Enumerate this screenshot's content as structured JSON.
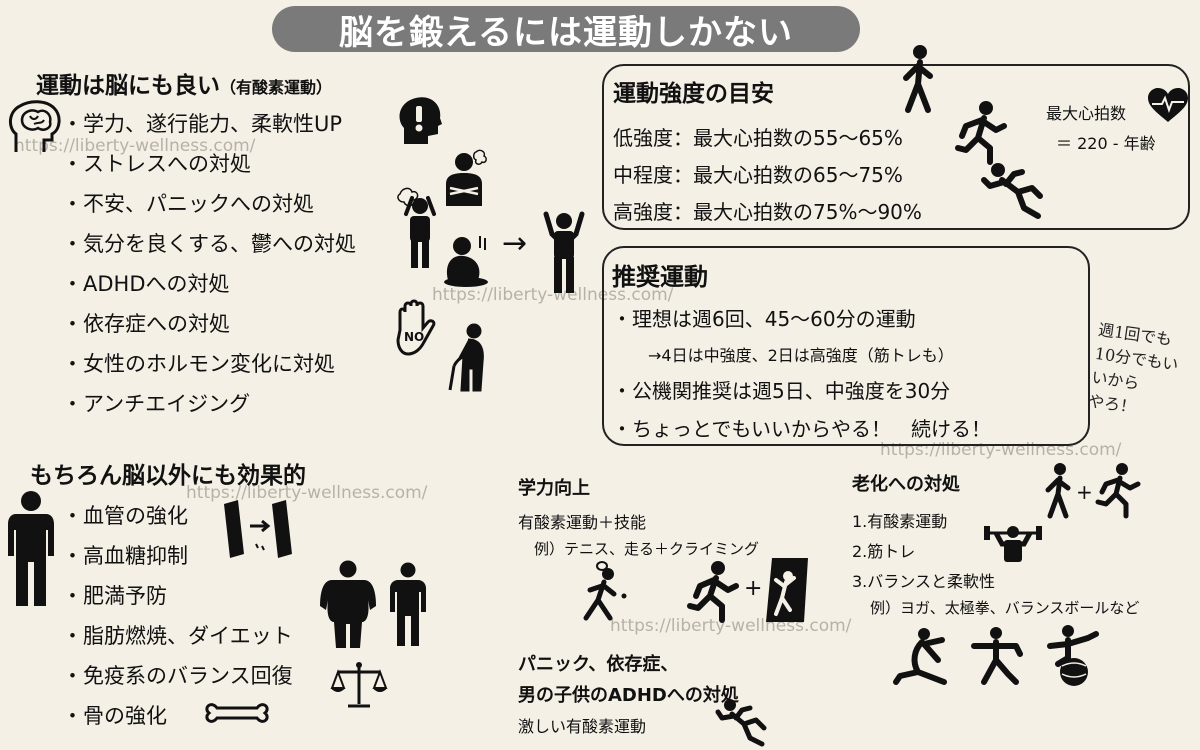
{
  "title": "脳を鍛えるには運動しかない",
  "left_section": {
    "heading": "運動は脳にも良い",
    "heading_note": "（有酸素運動）",
    "items": [
      "学力、遂行能力、柔軟性UP",
      "ストレスへの対処",
      "不安、パニックへの対処",
      "気分を良くする、鬱への対処",
      "ADHDへの対処",
      "依存症への対処",
      "女性のホルモン変化に対処",
      "アンチエイジング"
    ],
    "no_badge": "NO"
  },
  "intensity": {
    "heading": "運動強度の目安",
    "rows": [
      "低強度：最大心拍数の55〜65%",
      "中程度：最大心拍数の65〜75%",
      "高強度：最大心拍数の75%〜90%"
    ],
    "max_hr_label": "最大心拍数",
    "max_hr_formula": "＝ 220 - 年齢"
  },
  "recommended": {
    "heading": "推奨運動",
    "items": [
      "理想は週6回、45〜60分の運動",
      "→4日は中強度、2日は高強度（筋トレも）",
      "公機関推奨は週5日、中強度を30分",
      "ちょっとでもいいからやる！　続ける！"
    ]
  },
  "handwritten_note": [
    "週1回でも",
    "10分でもいいから",
    "やろ！"
  ],
  "body_section": {
    "heading": "もちろん脳以外にも効果的",
    "items": [
      "血管の強化",
      "高血糖抑制",
      "肥満予防",
      "脂肪燃焼、ダイエット",
      "免疫系のバランス回復",
      "骨の強化"
    ]
  },
  "learning": {
    "heading": "学力向上",
    "line1": "有酸素運動＋技能",
    "line2": "例）テニス、走る＋クライミング"
  },
  "panic": {
    "heading_line1": "パニック、依存症、",
    "heading_line2": "男の子供のADHDへの対処",
    "line": "激しい有酸素運動"
  },
  "aging": {
    "heading": "老化への対処",
    "items": [
      "1.有酸素運動",
      "2.筋トレ",
      "3.バランスと柔軟性"
    ],
    "example": "例）ヨガ、太極拳、バランスボールなど"
  },
  "watermark": "https://liberty-wellness.com/",
  "arrow": "→",
  "plus": "+",
  "icons": [
    "brain-icon",
    "head-exclamation-icon",
    "stressed-person-icon",
    "headache-person-icon",
    "depressed-person-icon",
    "happy-person-icon",
    "stop-hand-icon",
    "elderly-person-icon",
    "walking-icon",
    "running-icon",
    "sprinting-icon",
    "heart-rate-icon",
    "standing-person-icon",
    "vessel-icon",
    "obese-person-icon",
    "slim-person-icon",
    "scale-icon",
    "bone-icon",
    "tennis-icon",
    "runner-icon",
    "climbing-icon",
    "weightlifting-icon",
    "yoga-icon",
    "taichi-icon",
    "balance-ball-icon"
  ]
}
